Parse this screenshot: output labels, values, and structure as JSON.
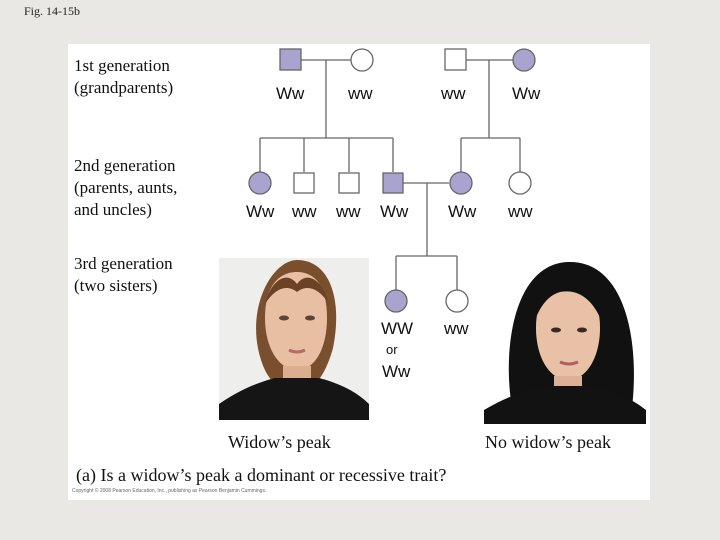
{
  "figure_label": "Fig. 14-15b",
  "generations": {
    "first": {
      "line1": "1st generation",
      "line2": "(grandparents)"
    },
    "second": {
      "line1": "2nd generation",
      "line2": "(parents, aunts,",
      "line3": "and uncles)"
    },
    "third": {
      "line1": "3rd generation",
      "line2": "(two sisters)"
    }
  },
  "genotypes": {
    "g1_1": "Ww",
    "g1_2": "ww",
    "g1_3": "ww",
    "g1_4": "Ww",
    "g2_1": "Ww",
    "g2_2": "ww",
    "g2_3": "ww",
    "g2_4": "Ww",
    "g2_5": "Ww",
    "g2_6": "ww",
    "g3_1a": "WW",
    "g3_1or": "or",
    "g3_1b": "Ww",
    "g3_2": "ww"
  },
  "captions": {
    "left": "Widow’s peak",
    "right": "No widow’s peak",
    "question": "(a) Is a widow’s peak a dominant or recessive trait?"
  },
  "copyright": "Copyright © 2008 Pearson Education, Inc., publishing as Pearson Benjamin Cummings.",
  "colors": {
    "affected_fill": "#a9a3d0",
    "unaffected_fill": "#ffffff",
    "line": "#666666"
  }
}
